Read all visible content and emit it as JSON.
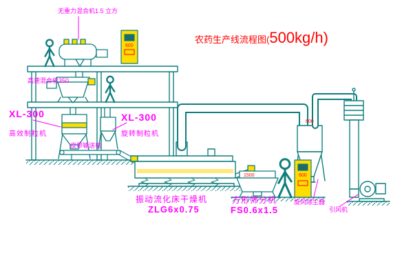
{
  "title": {
    "prefix": "农药生产线流程图(",
    "main": "500kg/h)"
  },
  "labels": {
    "zero_gravity_mixer": "无重力混合机1.5 立方",
    "high_speed_mixer": "高速混合机350",
    "xl300_left": "XL-300",
    "granulator_left": "高效制粒机",
    "xl300_center": "XL-300",
    "rotary_granulator": "旋转制粒机",
    "belt_conveyor": "皮带输送机",
    "fluid_bed_dryer": "振动流化床干燥机",
    "fluid_bed_dryer_model": "ZLG6x0.75",
    "square_sifter": "方形筛分机",
    "square_sifter_model": "FS0.6x1.5",
    "cyclone_dust_collector": "旋风除尘器",
    "induced_draft_fan": "引风机"
  },
  "annotations": {
    "cabinet_top": "600",
    "cabinet_right": "600",
    "cyclone_dim": "600",
    "sifter_dim": "1500"
  },
  "colors": {
    "line": "#0e7d7d",
    "label": "#ff00ff",
    "title": "#ff0000",
    "highlight": "#ffdd00",
    "background": "#ffffff"
  }
}
